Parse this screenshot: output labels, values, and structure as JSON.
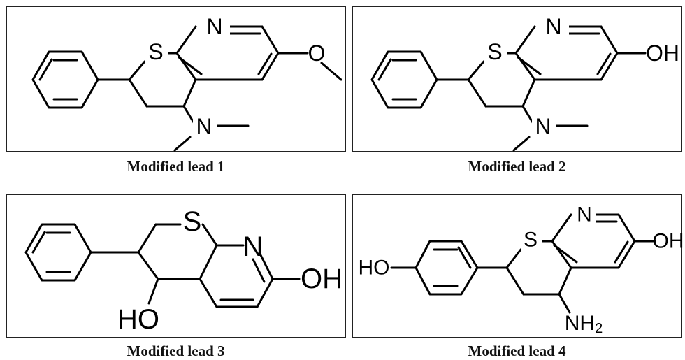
{
  "panels": [
    {
      "caption": "Modified lead 1",
      "atoms": {
        "n": "N",
        "s": "S",
        "o": "O",
        "nme": "N"
      }
    },
    {
      "caption": "Modified lead 2",
      "atoms": {
        "n": "N",
        "s": "S",
        "oh": "OH",
        "nme": "N"
      }
    },
    {
      "caption": "Modified lead 3",
      "atoms": {
        "s": "S",
        "n": "N",
        "oh": "OH",
        "ho": "HO"
      }
    },
    {
      "caption": "Modified lead 4",
      "atoms": {
        "n": "N",
        "s": "S",
        "oh": "OH",
        "ho": "HO",
        "nh": "NH",
        "nh_sub": "2"
      }
    }
  ]
}
